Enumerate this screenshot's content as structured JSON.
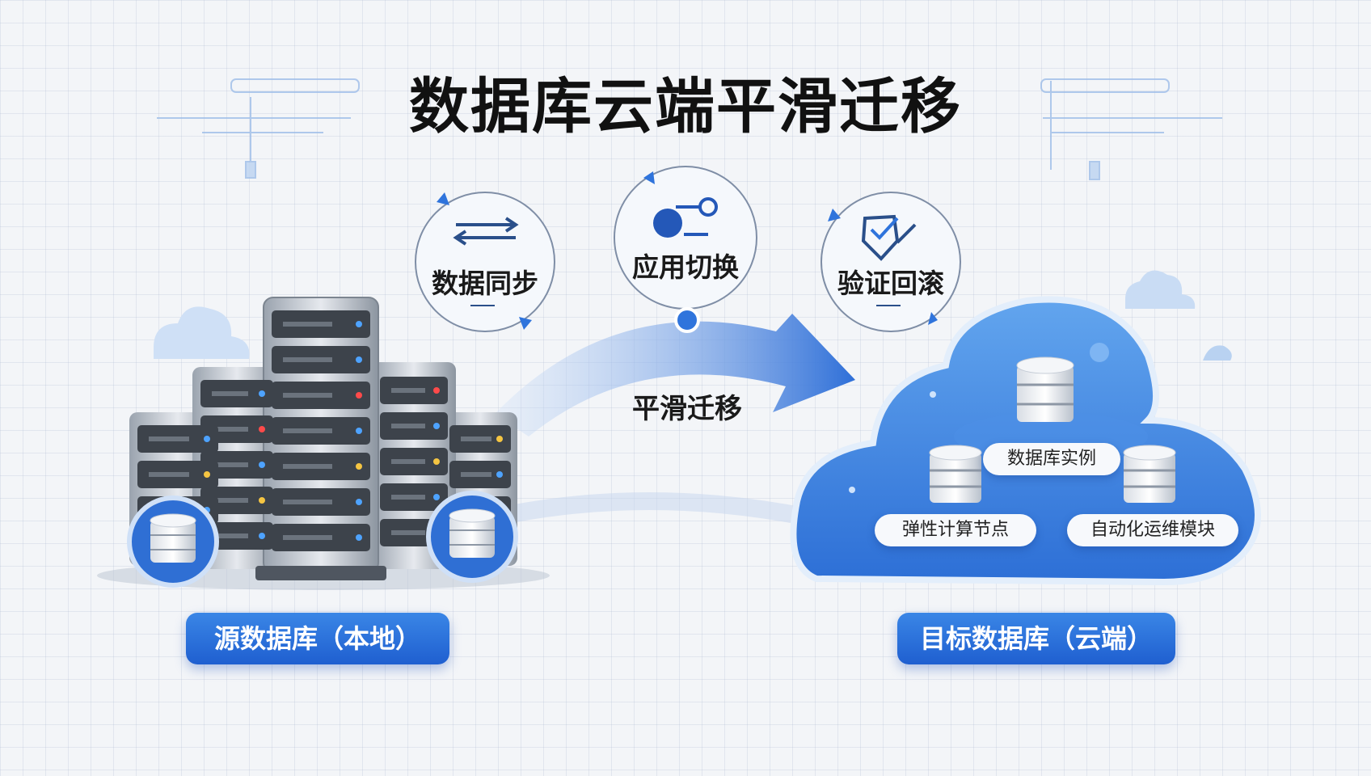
{
  "title": "数据库云端平滑迁移",
  "steps": [
    {
      "label": "数据同步",
      "icon": "sync-arrows-icon"
    },
    {
      "label": "应用切换",
      "icon": "toggle-switch-icon"
    },
    {
      "label": "验证回滚",
      "icon": "verify-check-icon"
    }
  ],
  "flow_label": "平滑迁移",
  "source": {
    "caption": "源数据库（本地）"
  },
  "target": {
    "caption": "目标数据库（云端）",
    "components": [
      "数据库实例",
      "弹性计算节点",
      "自动化运维模块"
    ]
  },
  "colors": {
    "accent": "#2f74dc",
    "cloud": "#3b82e0",
    "server": "#6b7280",
    "title": "#111111"
  }
}
